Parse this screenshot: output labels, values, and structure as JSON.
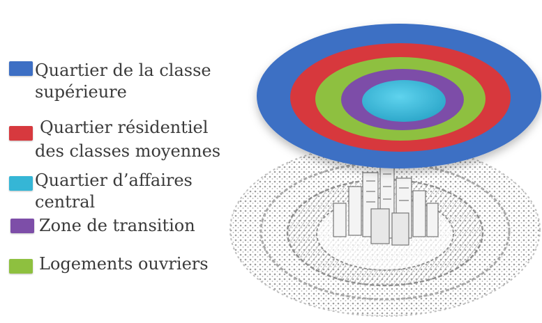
{
  "legend": [
    {
      "label_lines": [
        "Quartier de la classe",
        "supérieure"
      ],
      "color": "#3d6fc4",
      "icon": "blue-square"
    },
    {
      "label_lines": [
        "Quartier résidentiel",
        "des classes moyennes"
      ],
      "color": "#d7393e",
      "icon": "red-square"
    },
    {
      "label_lines": [
        "Quartier d’affaires",
        "central"
      ],
      "color": "#35b6d6",
      "icon": "cyan-square"
    },
    {
      "label_lines": [
        "Zone de transition"
      ],
      "color": "#7d4ea8",
      "icon": "purple-square"
    },
    {
      "label_lines": [
        "Logements ouvriers"
      ],
      "color": "#8ec03f",
      "icon": "green-square"
    }
  ],
  "rings": [
    {
      "zone": "Quartier de la classe supérieure",
      "color": "#3d6fc4"
    },
    {
      "zone": "Quartier résidentiel des classes moyennes",
      "color": "#d7393e"
    },
    {
      "zone": "Logements ouvriers",
      "color": "#8ec03f"
    },
    {
      "zone": "Zone de transition",
      "color": "#7d4ea8"
    },
    {
      "zone": "Quartier d’affaires central",
      "color": "#35b6d6"
    }
  ]
}
